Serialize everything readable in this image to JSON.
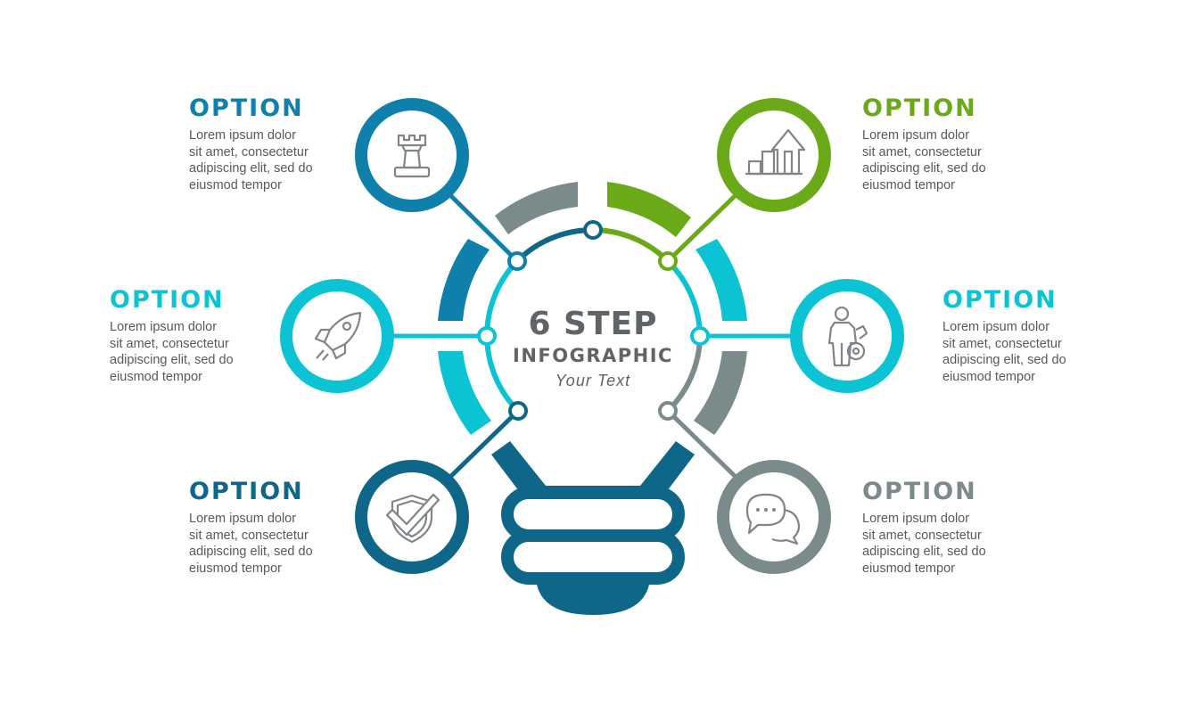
{
  "colors": {
    "blue": "#0f7fab",
    "green": "#6aaa18",
    "cyan": "#0cc3d3",
    "gray": "#7b8b8b",
    "navy": "#0e6689",
    "text": "#555a5e",
    "title": "#5f6467"
  },
  "center": {
    "title": "6 STEP",
    "subtitle": "INFOGRAPHIC",
    "note": "Your Text"
  },
  "options": [
    {
      "title": "OPTION",
      "lines": [
        "Lorem ipsum dolor",
        "sit amet, consectetur",
        "adipiscing elit, sed do",
        "eiusmod tempor"
      ],
      "color": "#0f7fab",
      "icon": "chess-rook-icon"
    },
    {
      "title": "OPTION",
      "lines": [
        "Lorem ipsum dolor",
        "sit amet, consectetur",
        "adipiscing elit, sed do",
        "eiusmod tempor"
      ],
      "color": "#0cc3d3",
      "icon": "rocket-icon"
    },
    {
      "title": "OPTION",
      "lines": [
        "Lorem ipsum dolor",
        "sit amet, consectetur",
        "adipiscing elit, sed do",
        "eiusmod tempor"
      ],
      "color": "#0e6689",
      "icon": "shield-check-icon"
    },
    {
      "title": "OPTION",
      "lines": [
        "Lorem ipsum dolor",
        "sit amet, consectetur",
        "adipiscing elit, sed do",
        "eiusmod tempor"
      ],
      "color": "#6aaa18",
      "icon": "growth-chart-icon"
    },
    {
      "title": "OPTION",
      "lines": [
        "Lorem ipsum dolor",
        "sit amet, consectetur",
        "adipiscing elit, sed do",
        "eiusmod tempor"
      ],
      "color": "#0cc3d3",
      "icon": "businessman-gear-icon"
    },
    {
      "title": "OPTION",
      "lines": [
        "Lorem ipsum dolor",
        "sit amet, consectetur",
        "adipiscing elit, sed do",
        "eiusmod tempor"
      ],
      "color": "#7b8b8b",
      "icon": "chat-bubbles-icon"
    }
  ]
}
